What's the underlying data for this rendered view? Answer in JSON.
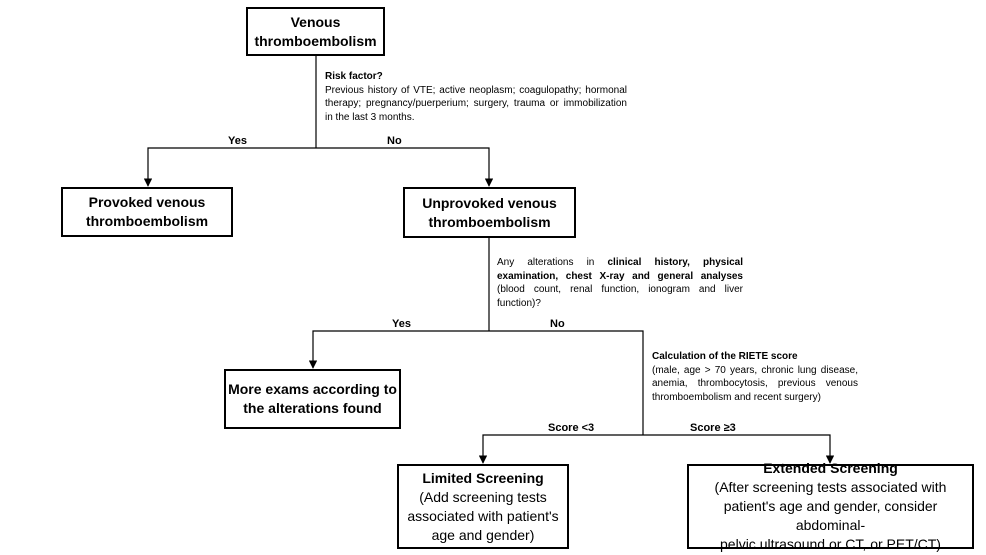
{
  "nodes": {
    "vte": {
      "lines": [
        "Venous",
        "thromboembolism"
      ]
    },
    "provoked": {
      "lines": [
        "Provoked venous",
        "thromboembolism"
      ]
    },
    "unprovoked": {
      "lines": [
        "Unprovoked venous",
        "thromboembolism"
      ]
    },
    "more_exams": {
      "lines": [
        "More exams according to",
        "the alterations found"
      ]
    },
    "limited": {
      "title": "Limited Screening",
      "lines": [
        "(Add screening tests",
        "associated with patient's",
        "age and gender)"
      ]
    },
    "extended": {
      "title": "Extended Screening",
      "lines": [
        "(After screening tests associated with",
        "patient's age and gender, consider abdominal-",
        "pelvic ultrasound or CT, or PET/CT)"
      ]
    }
  },
  "notes": {
    "risk_factor": {
      "heading": "Risk factor?",
      "text": "Previous history of VTE; active neoplasm; coagulopathy; hormonal therapy; pregnancy/puerperium; surgery, trauma or immobilization in the last 3 months."
    },
    "alterations": {
      "pre": "Any alterations in ",
      "bold": "clinical history, physical examination, chest X-ray and general analyses",
      "post": " (blood count, renal function, ionogram and liver function)?"
    },
    "riete": {
      "heading": "Calculation of the RIETE score",
      "text": "(male, age > 70 years, chronic lung disease, anemia, thrombocytosis, previous venous thromboembolism and recent surgery)"
    }
  },
  "edges": {
    "yes_1": "Yes",
    "no_1": "No",
    "yes_2": "Yes",
    "no_2": "No",
    "score_low": "Score <3",
    "score_high": "Score ≥3"
  }
}
